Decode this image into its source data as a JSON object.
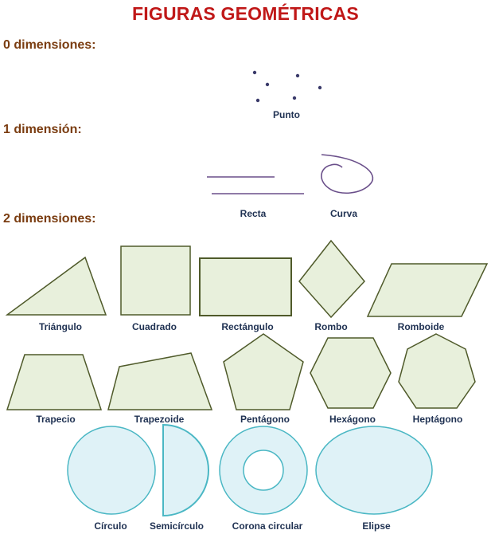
{
  "title": "FIGURAS GEOMÉTRICAS",
  "sections": {
    "zero": "0 dimensiones:",
    "one": "1 dimensión:",
    "two": "2 dimensiones:"
  },
  "labels": {
    "punto": "Punto",
    "recta": "Recta",
    "curva": "Curva",
    "triangulo": "Triángulo",
    "cuadrado": "Cuadrado",
    "rectangulo": "Rectángulo",
    "rombo": "Rombo",
    "romboide": "Romboide",
    "trapecio": "Trapecio",
    "trapezoide": "Trapezoide",
    "pentagono": "Pentágono",
    "hexagono": "Hexágono",
    "heptagono": "Heptágono",
    "circulo": "Círculo",
    "semicirculo": "Semicírculo",
    "corona": "Corona circular",
    "elipse": "Elipse"
  },
  "colors": {
    "title": "#c01818",
    "section": "#7a3c10",
    "label": "#1f3152",
    "polygon_fill": "#e8f0dc",
    "polygon_stroke": "#4f5a2a",
    "round_fill": "#dff2f7",
    "round_stroke": "#4ab7c4",
    "line": "#6a4f8a",
    "point": "#3a3a6a"
  }
}
